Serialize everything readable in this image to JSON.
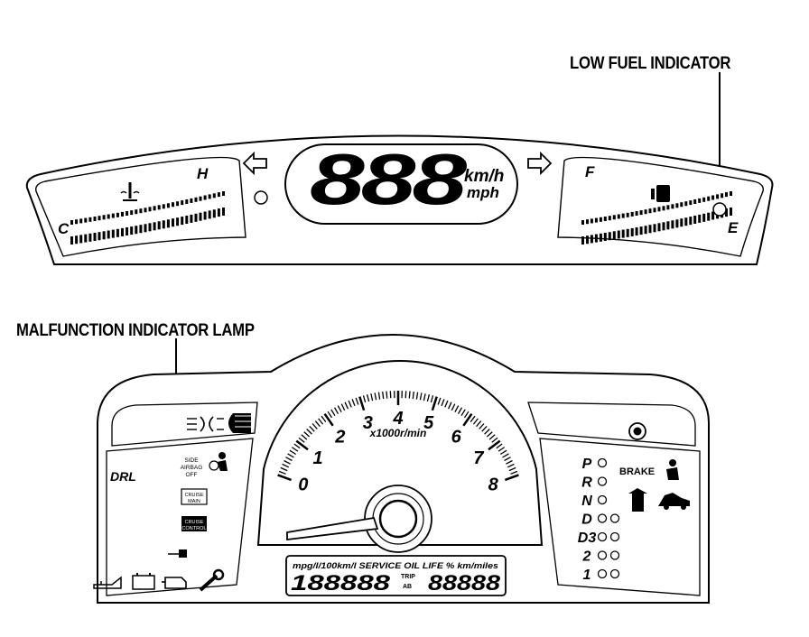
{
  "callouts": {
    "low_fuel_indicator": "LOW FUEL INDICATOR",
    "malfunction_indicator_lamp": "MALFUNCTION INDICATOR LAMP"
  },
  "upper_panel": {
    "temp_gauge": {
      "cold": "C",
      "hot": "H"
    },
    "speed_display": {
      "digits": "888",
      "unit_metric": "km/h",
      "unit_imperial": "mph"
    },
    "fuel_gauge": {
      "full": "F",
      "empty": "E"
    }
  },
  "lower_panel": {
    "drl": "DRL",
    "side_airbag": [
      "SIDE",
      "AIRBAG",
      "OFF"
    ],
    "cruise_main": [
      "CRUISE",
      "MAIN"
    ],
    "cruise_control": [
      "CRUISE",
      "CONTROL"
    ],
    "tachometer": {
      "ticks": [
        "0",
        "1",
        "2",
        "3",
        "4",
        "5",
        "6",
        "7",
        "8"
      ],
      "unit": "x1000r/min"
    },
    "info_display": {
      "header": "mpg/l/100km/l  SERVICE OIL LIFE % km/miles",
      "main": "188888",
      "trip_label": "TRIP",
      "ab_label": "AB",
      "trip_value": "88888"
    },
    "brake": "BRAKE",
    "gears": [
      "P",
      "R",
      "N",
      "D",
      "D3",
      "2",
      "1"
    ]
  }
}
